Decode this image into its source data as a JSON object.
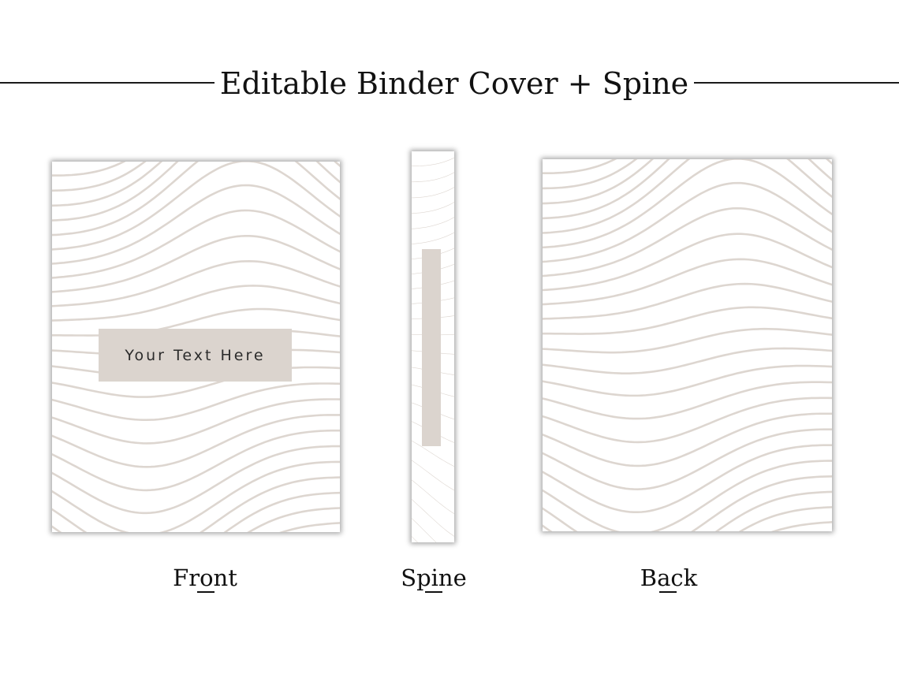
{
  "header": {
    "title": "Editable Binder Cover + Spine"
  },
  "front": {
    "text_box": "Your Text Here",
    "caption": "Front"
  },
  "spine": {
    "caption": "Spine"
  },
  "back": {
    "caption": "Back"
  },
  "colors": {
    "line_pattern": "#ddd6d0",
    "label_box": "#dbd4ce",
    "background": "#ffffff",
    "rule": "#1a1a1a"
  }
}
